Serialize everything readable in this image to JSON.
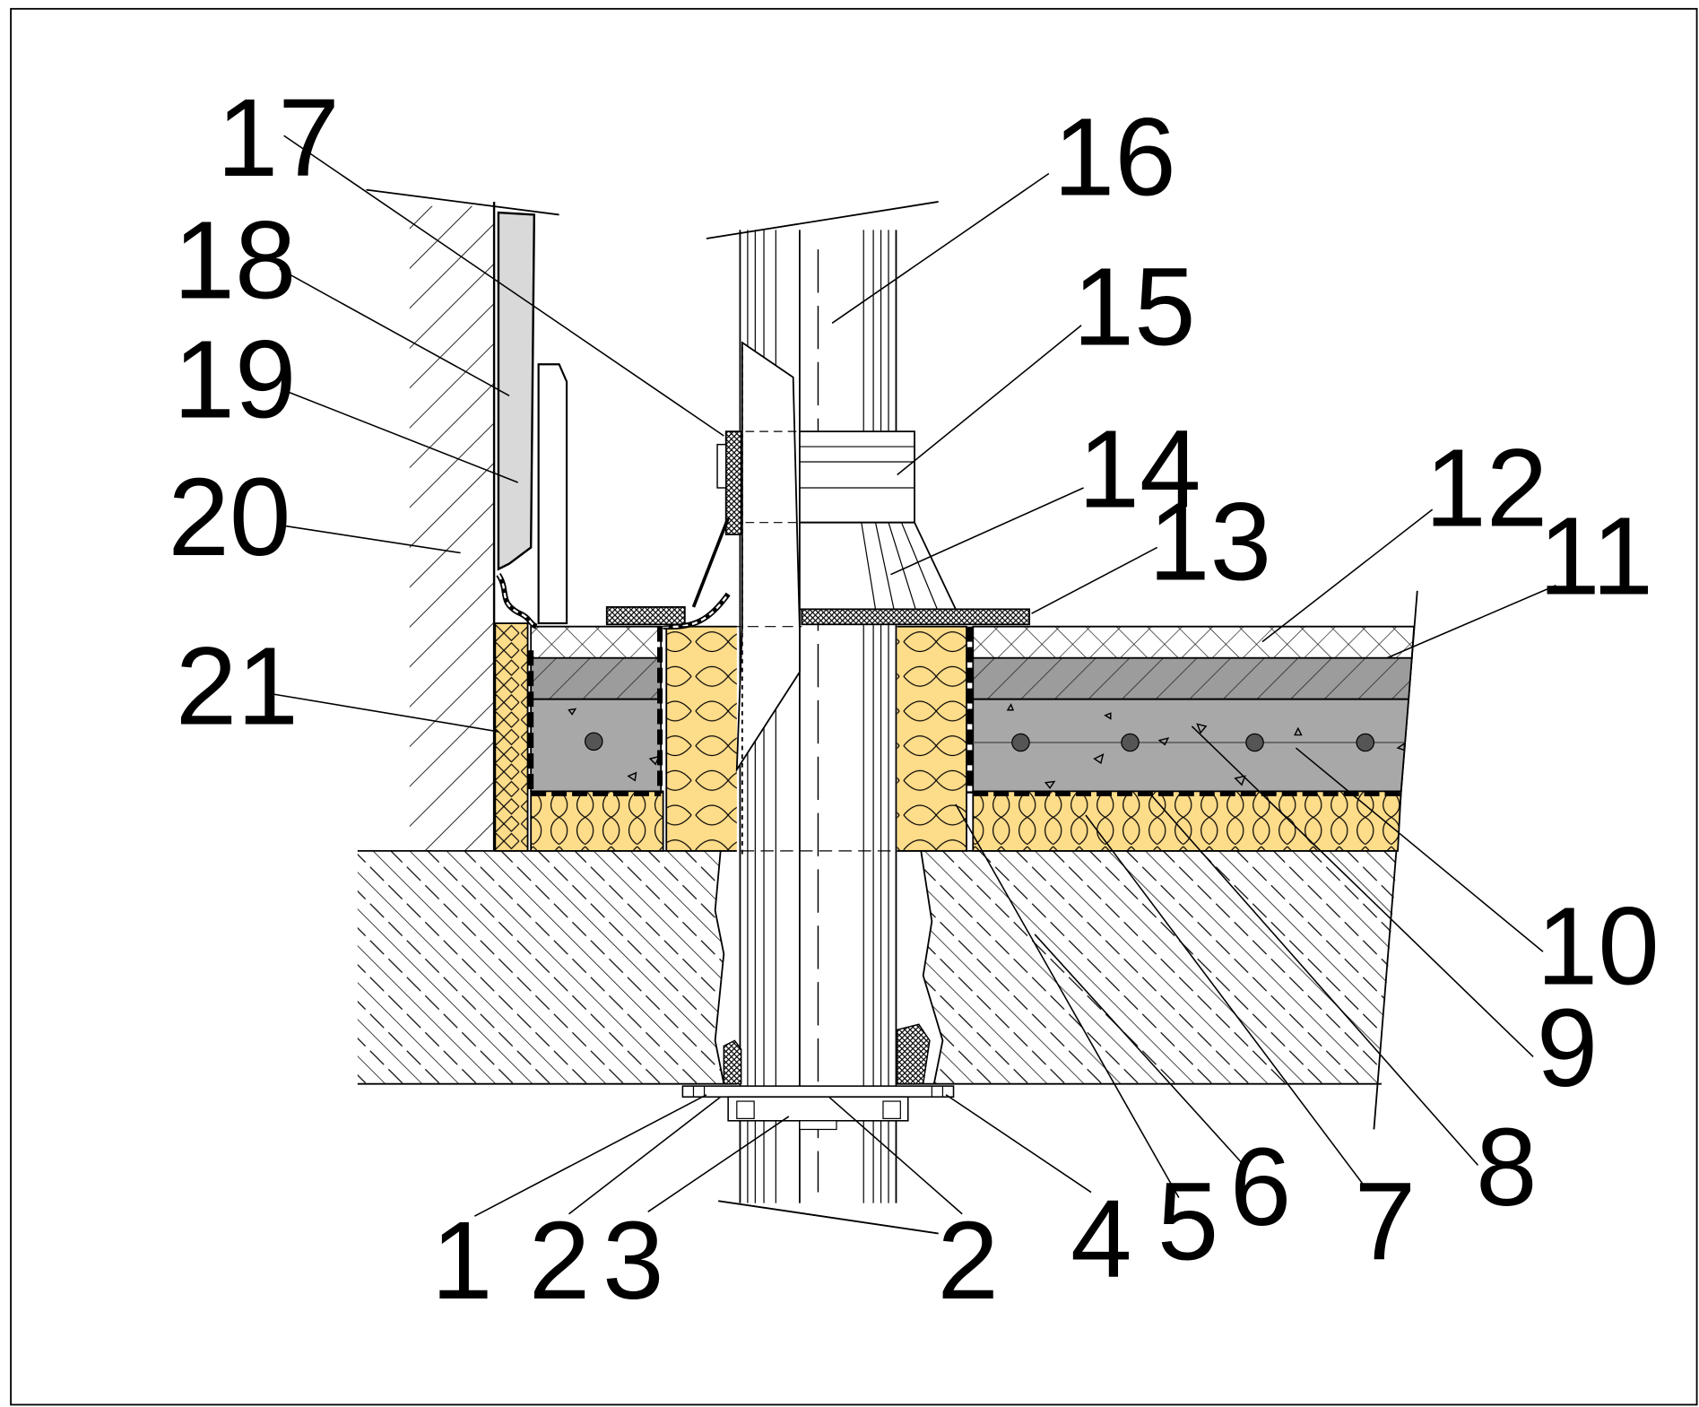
{
  "labels": {
    "l1": "1",
    "l2a": "2",
    "l3": "3",
    "l2b": "2",
    "l4": "4",
    "l5": "5",
    "l6": "6",
    "l7": "7",
    "l8": "8",
    "l9": "9",
    "l10": "10",
    "l11": "11",
    "l12": "12",
    "l13": "13",
    "l14": "14",
    "l15": "15",
    "l16": "16",
    "l17": "17",
    "l18": "18",
    "l19": "19",
    "l20": "20",
    "l21": "21"
  },
  "colors": {
    "insulation": "#fddc8a",
    "screed": "#9c9c9c",
    "concrete": "#a8a8a8",
    "pipe_fill": "#ffffff",
    "cladding": "#d9d9d9",
    "ink": "#000000"
  }
}
